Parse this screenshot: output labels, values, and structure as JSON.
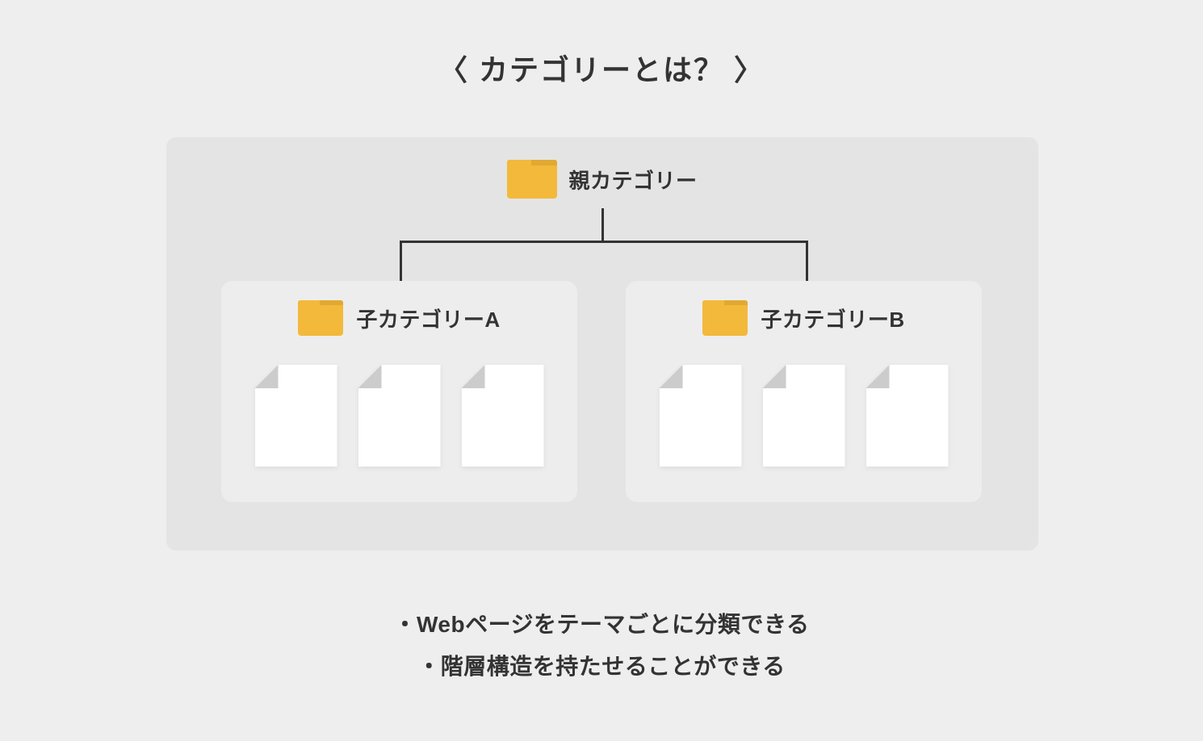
{
  "title": "〈 カテゴリーとは？ 〉",
  "diagram": {
    "parent": {
      "label": "親カテゴリー",
      "icon": "folder-icon"
    },
    "children": [
      {
        "label": "子カテゴリーA",
        "icon": "folder-icon",
        "documents": [
          "page-icon",
          "page-icon",
          "page-icon"
        ]
      },
      {
        "label": "子カテゴリーB",
        "icon": "folder-icon",
        "documents": [
          "page-icon",
          "page-icon",
          "page-icon"
        ]
      }
    ]
  },
  "bullets": [
    "・Webページをテーマごとに分類できる",
    "・階層構造を持たせることができる"
  ],
  "colors": {
    "page_background": "#eeeeee",
    "panel_background": "#e4e4e4",
    "child_box_background": "#ededed",
    "folder_amber": "#f2b93b",
    "folder_amber_dark": "#e1a932",
    "document_white": "#ffffff",
    "document_fold_gray": "#cccccc",
    "line_dark": "#333333",
    "text_dark": "#333333"
  }
}
